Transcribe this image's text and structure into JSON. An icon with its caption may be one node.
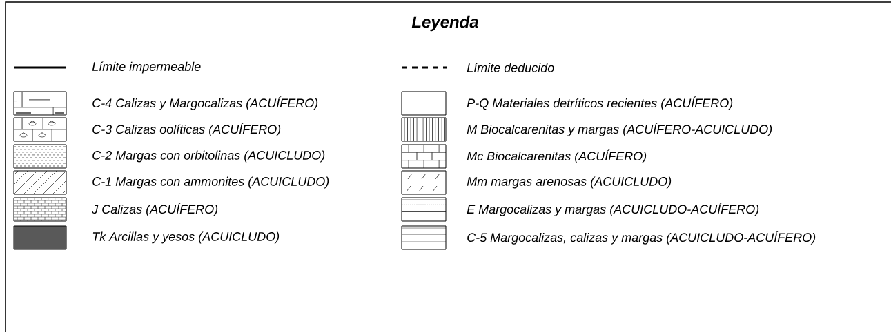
{
  "diagram": {
    "title": "Leyenda",
    "legend": [
      {
        "text": "Límite impermeable"
      },
      {
        "text": "Límite deducido"
      },
      {
        "text": "C-4 Calizas y Margocalizas (ACUÍFERO)"
      },
      {
        "text": "P-Q Materiales detríticos recientes (ACUÍFERO)"
      },
      {
        "text": "C-3 Calizas oolíticas (ACUÍFERO)"
      },
      {
        "text": "M Biocalcarenitas y margas (ACUÍFERO-ACUICLUDO)"
      },
      {
        "text": "C-2 Margas con orbitolinas (ACUICLUDO)"
      },
      {
        "text": "Mc Biocalcarenitas (ACUÍFERO)"
      },
      {
        "text": "C-1 Margas con ammonites (ACUICLUDO)"
      },
      {
        "text": "Mm margas arenosas (ACUICLUDO)"
      },
      {
        "text": "J Calizas (ACUÍFERO)"
      },
      {
        "text": "E Margocalizas y margas (ACUICLUDO-ACUÍFERO)"
      },
      {
        "text": "Tk Arcillas y yesos (ACUICLUDO)",
        "color": "#595959"
      },
      {
        "text": "C-5 Margocalizas, calizas y margas (ACUICLUDO-ACUÍFERO)"
      }
    ]
  }
}
